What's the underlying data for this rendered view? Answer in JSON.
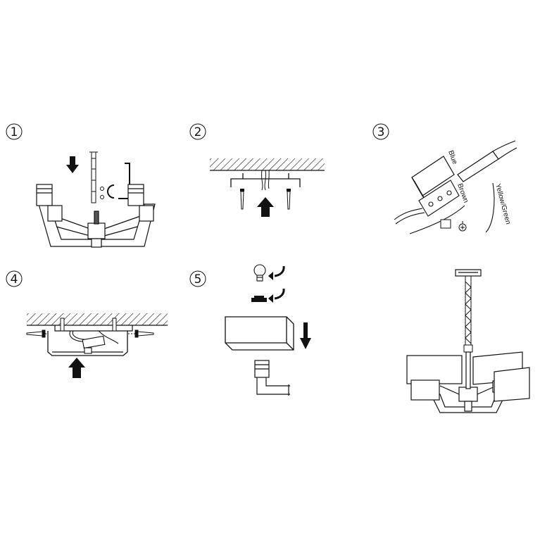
{
  "steps": [
    {
      "number": "1"
    },
    {
      "number": "2"
    },
    {
      "number": "3"
    },
    {
      "number": "4"
    },
    {
      "number": "5"
    }
  ],
  "wiring": {
    "blue_label": "Blue",
    "brown_label": "Brown",
    "ground_label": "Yellow/Green"
  },
  "colors": {
    "line": "#111111",
    "fill": "#ffffff",
    "dark": "#1a1a1a",
    "hatch": "#222222"
  }
}
